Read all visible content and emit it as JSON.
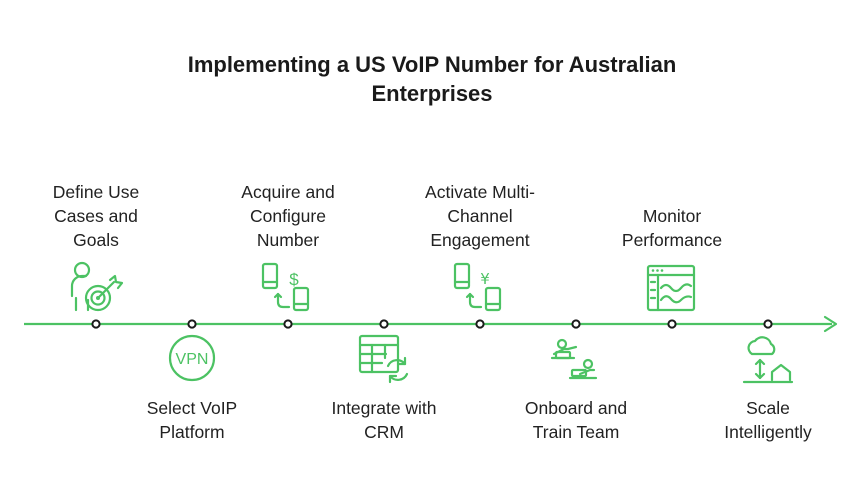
{
  "title_lines": [
    "Implementing a US VoIP Number for Australian",
    "Enterprises"
  ],
  "colors": {
    "accent": "#4cc263",
    "text": "#222222",
    "dot": "#1a1a1a"
  },
  "steps": [
    {
      "label_lines": [
        "Define Use",
        "Cases and",
        "Goals"
      ],
      "icon": "person-target-icon",
      "position": "top"
    },
    {
      "label_lines": [
        "Select VoIP",
        "Platform"
      ],
      "icon": "vpn-icon",
      "position": "bottom"
    },
    {
      "label_lines": [
        "Acquire and",
        "Configure",
        "Number"
      ],
      "icon": "phone-transfer-dollar-icon",
      "position": "top"
    },
    {
      "label_lines": [
        "Integrate with",
        "CRM"
      ],
      "icon": "table-sync-icon",
      "position": "bottom"
    },
    {
      "label_lines": [
        "Activate Multi-",
        "Channel",
        "Engagement"
      ],
      "icon": "phone-transfer-yen-icon",
      "position": "top"
    },
    {
      "label_lines": [
        "Onboard and",
        "Train Team"
      ],
      "icon": "laptop-training-icon",
      "position": "bottom"
    },
    {
      "label_lines": [
        "Monitor",
        "Performance"
      ],
      "icon": "dashboard-chart-icon",
      "position": "top"
    },
    {
      "label_lines": [
        "Scale",
        "Intelligently"
      ],
      "icon": "cloud-scale-icon",
      "position": "bottom"
    }
  ]
}
